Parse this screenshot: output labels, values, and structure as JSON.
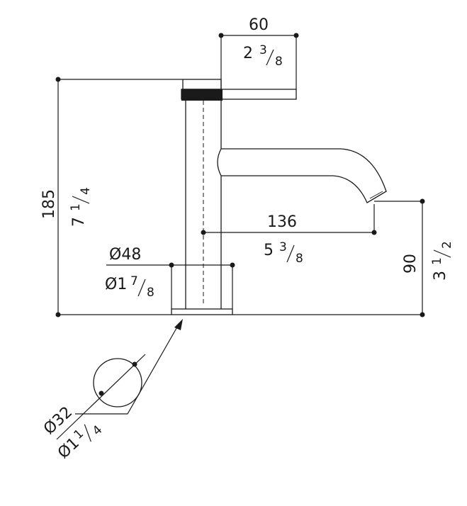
{
  "drawing": {
    "handle_length": {
      "metric": "60",
      "imperial_whole": "2",
      "imperial_num": "3",
      "imperial_den": "8"
    },
    "total_height": {
      "metric": "185",
      "imperial_whole": "7",
      "imperial_num": "1",
      "imperial_den": "4"
    },
    "spout_reach": {
      "metric": "136",
      "imperial_whole": "5",
      "imperial_num": "3",
      "imperial_den": "8"
    },
    "spout_height": {
      "metric": "90",
      "imperial_whole": "3",
      "imperial_num": "1",
      "imperial_den": "2"
    },
    "base_diameter": {
      "metric": "Ø48",
      "imperial_whole": "Ø1",
      "imperial_num": "7",
      "imperial_den": "8"
    },
    "hole_diameter": {
      "metric": "Ø32",
      "imperial_whole": "Ø1",
      "imperial_num": "1",
      "imperial_den": "4"
    },
    "colors": {
      "ink": "#1a1a1a",
      "background": "#ffffff"
    }
  }
}
